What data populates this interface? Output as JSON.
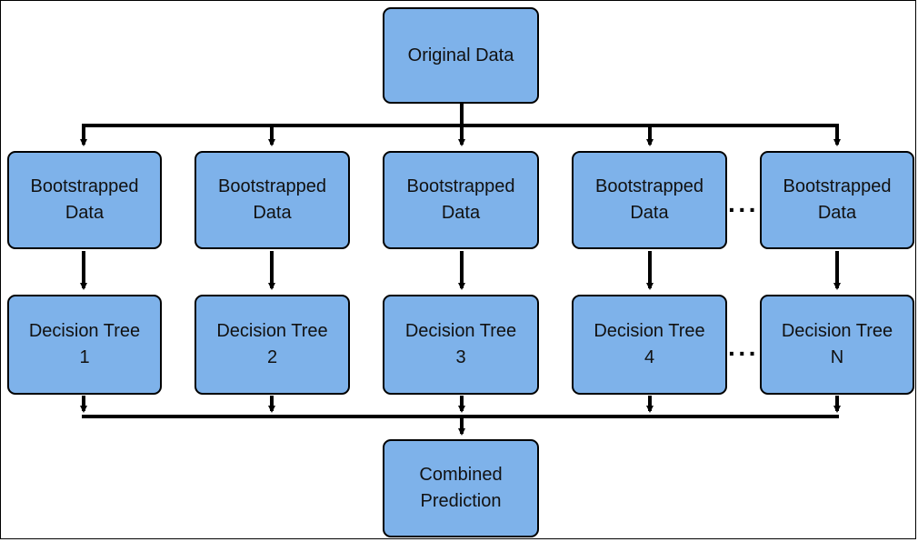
{
  "source": {
    "label": "Original Data"
  },
  "bootstrapped": [
    {
      "label": "Bootstrapped\nData"
    },
    {
      "label": "Bootstrapped\nData"
    },
    {
      "label": "Bootstrapped\nData"
    },
    {
      "label": "Bootstrapped\nData"
    },
    {
      "label": "Bootstrapped\nData"
    }
  ],
  "trees": [
    {
      "label": "Decision Tree\n1"
    },
    {
      "label": "Decision Tree\n2"
    },
    {
      "label": "Decision Tree\n3"
    },
    {
      "label": "Decision Tree\n4"
    },
    {
      "label": "Decision Tree\nN"
    }
  ],
  "output": {
    "label": "Combined\nPrediction"
  },
  "ellipsis": "···"
}
